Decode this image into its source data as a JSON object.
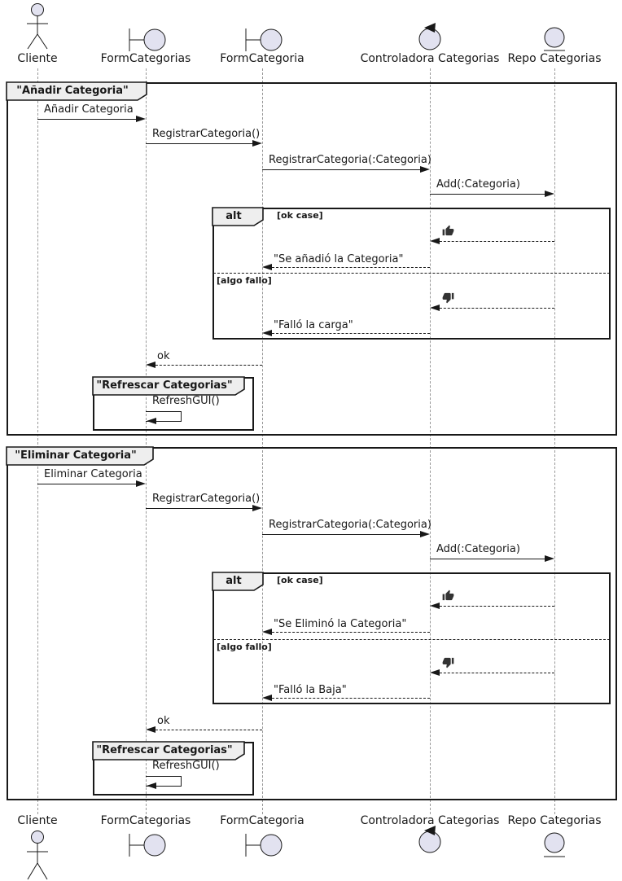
{
  "participants": [
    {
      "id": "cliente",
      "type": "actor",
      "name": "Cliente"
    },
    {
      "id": "form-categorias",
      "type": "boundary",
      "name": "FormCategorias"
    },
    {
      "id": "form-categoria",
      "type": "boundary",
      "name": "FormCategoria"
    },
    {
      "id": "controladora-categorias",
      "type": "control",
      "name": "Controladora Categorias"
    },
    {
      "id": "repo-categorias",
      "type": "entity",
      "name": "Repo Categorias"
    }
  ],
  "frames": [
    {
      "title": "\"Añadir Categoria\"",
      "msg_request": "Añadir Categoria",
      "msg_register": "RegistrarCategoria()",
      "msg_register_param": "RegistrarCategoria(:Categoria)",
      "msg_add": "Add(:Categoria)",
      "alt_label": "alt",
      "guard_ok": "[ok case]",
      "reply_ok": "\"Se añadió la Categoria\"",
      "guard_fail": "[algo fallo]",
      "reply_fail": "\"Falló la carga\"",
      "msg_ok": "ok",
      "refresh_title": "\"Refrescar Categorias\"",
      "msg_refresh": "RefreshGUI()"
    },
    {
      "title": "\"Eliminar Categoria\"",
      "msg_request": "Eliminar Categoria",
      "msg_register": "RegistrarCategoria()",
      "msg_register_param": "RegistrarCategoria(:Categoria)",
      "msg_add": "Add(:Categoria)",
      "alt_label": "alt",
      "guard_ok": "[ok case]",
      "reply_ok": "\"Se Eliminó la Categoria\"",
      "guard_fail": "[algo fallo]",
      "reply_fail": "\"Falló la Baja\"",
      "msg_ok": "ok",
      "refresh_title": "\"Refrescar Categorias\"",
      "msg_refresh": "RefreshGUI()"
    }
  ],
  "icons": {
    "result_ok": "thumbs-up",
    "result_fail": "thumbs-down"
  },
  "colors": {
    "line": "#181818",
    "lifeline": "#999999",
    "participant_fill": "#E2E2F0",
    "frame_title_fill": "#EEEEEE"
  }
}
